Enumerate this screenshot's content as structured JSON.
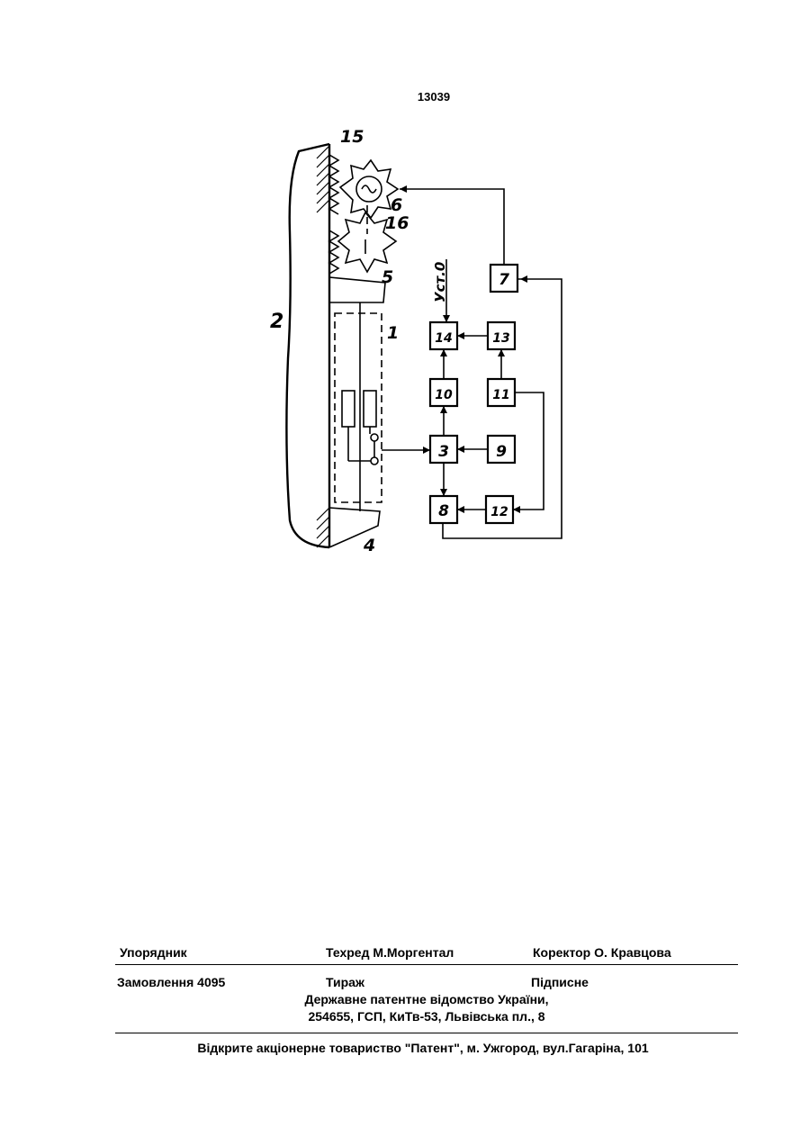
{
  "page_number": "13039",
  "figure": {
    "part_labels": [
      "1",
      "2",
      "4",
      "5",
      "6",
      "15",
      "16"
    ],
    "blocks": [
      "3",
      "7",
      "8",
      "9",
      "10",
      "11",
      "12",
      "13",
      "14"
    ],
    "input_label": "Уст.0"
  },
  "footer": {
    "row1": {
      "compiler": "Упорядник",
      "techred": "Техред М.Моргентал",
      "corrector": "Коректор О. Кравцова"
    },
    "row2": {
      "order": "Замовлення 4095",
      "circulation": "Тираж",
      "subscription": "Підписне"
    },
    "office": "Державне патентне відомство України,",
    "address": "254655, ГСП, КиТв-53, Львівська пл., 8",
    "publisher": "Відкрите акціонерне товариство \"Патент\", м. Ужгород, вул.Гагаріна, 101"
  }
}
